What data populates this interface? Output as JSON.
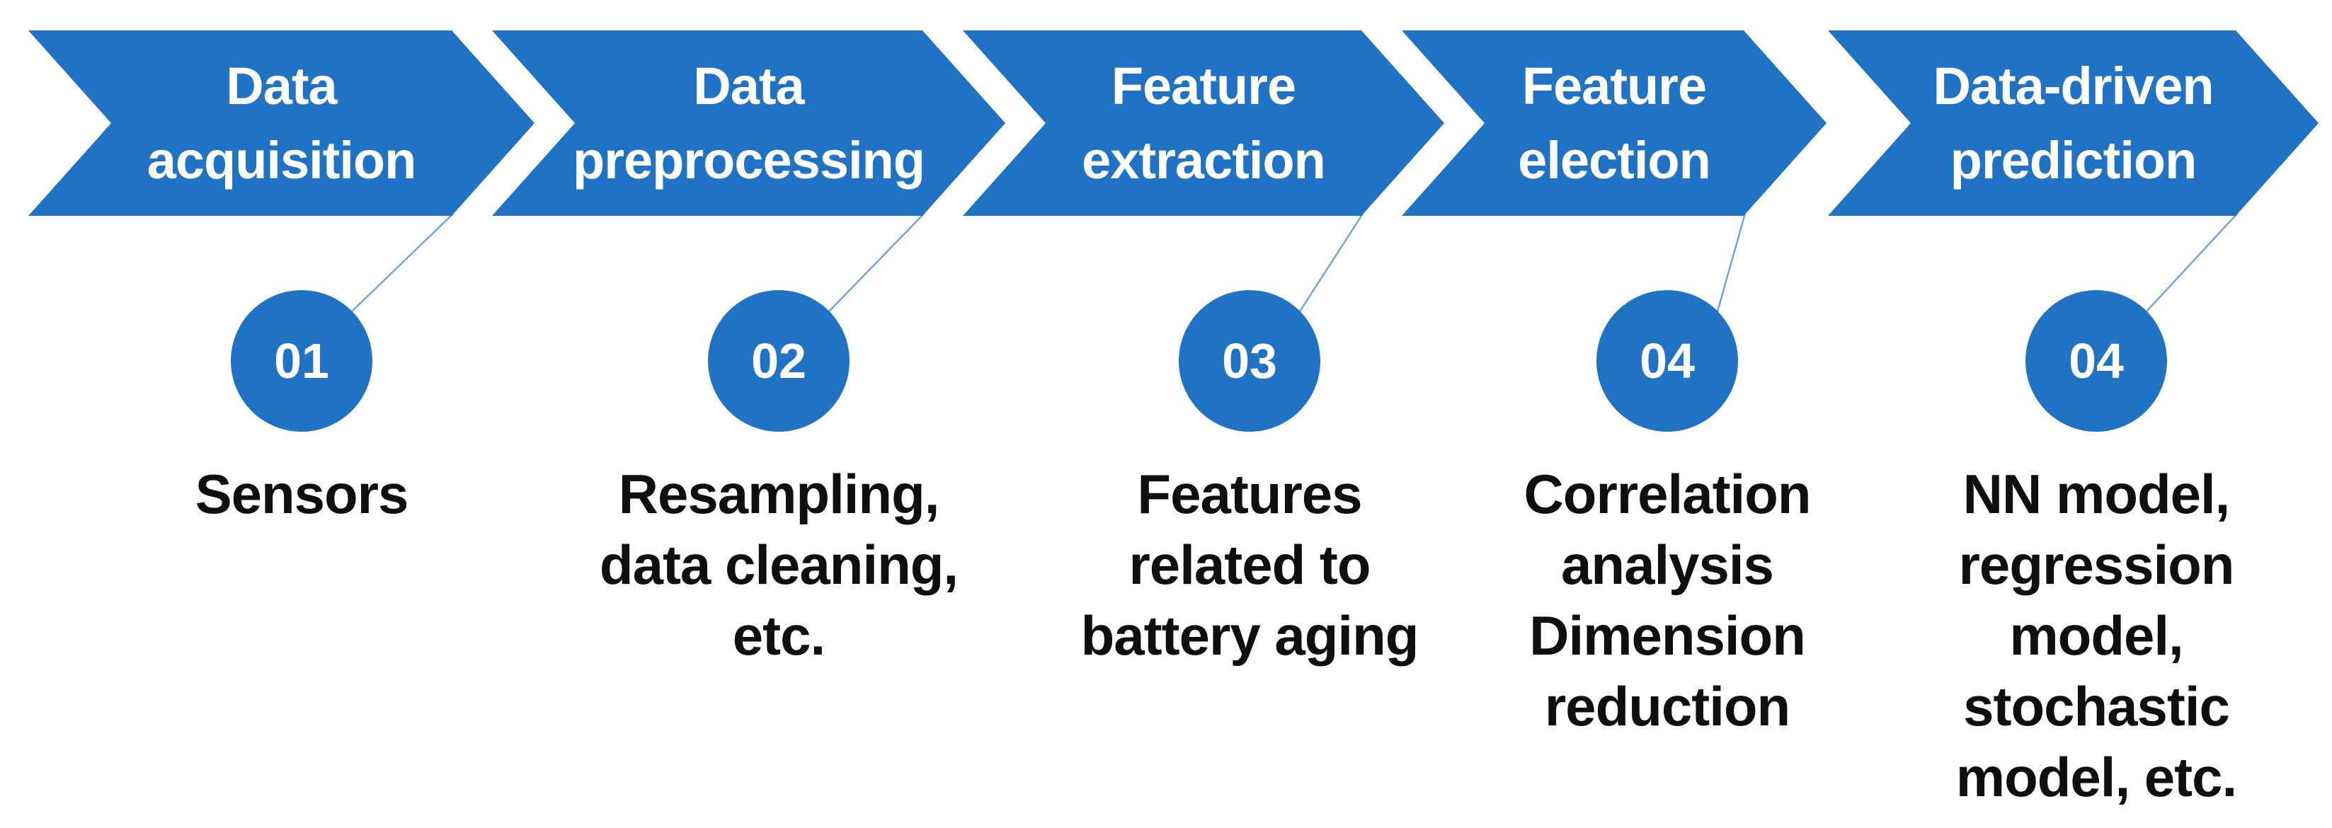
{
  "diagram": {
    "type": "process-flow",
    "steps": [
      {
        "arrow_label": "Data\nacquisition",
        "number": "01",
        "description": "Sensors"
      },
      {
        "arrow_label": "Data\npreprocessing",
        "number": "02",
        "description": "Resampling,\ndata cleaning,\netc."
      },
      {
        "arrow_label": "Feature\nextraction",
        "number": "03",
        "description": "Features\nrelated to\nbattery aging"
      },
      {
        "arrow_label": "Feature\nelection",
        "number": "04",
        "description": "Correlation\nanalysis\nDimension\nreduction"
      },
      {
        "arrow_label": "Data-driven\nprediction",
        "number": "04",
        "description": "NN model,\nregression\nmodel,\nstochastic\nmodel, etc."
      }
    ],
    "colors": {
      "accent_blue": "#2073C4",
      "connector_line": "#76A3DC",
      "text": "#0F0F0F",
      "background": "#FFFFFF"
    }
  }
}
